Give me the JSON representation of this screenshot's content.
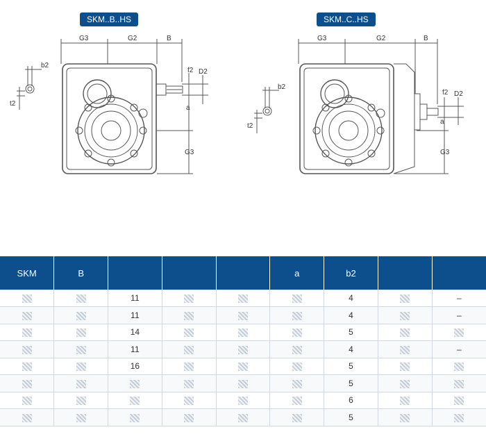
{
  "drawings": [
    {
      "id": "b",
      "tag": "SKM..B..HS",
      "dims": {
        "g3": "G3",
        "g2": "G2",
        "b": "B",
        "b2": "b2",
        "t2": "t2",
        "f2": "f2",
        "d2": "D2",
        "a": "a",
        "g3v": "G3"
      }
    },
    {
      "id": "c",
      "tag": "SKM..C..HS",
      "dims": {
        "g3": "G3",
        "g2": "G2",
        "b": "B",
        "b2": "b2",
        "t2": "t2",
        "f2": "f2",
        "d2": "D2",
        "a": "a",
        "g3v": "G3"
      }
    }
  ],
  "table": {
    "headers": [
      "SKM",
      "B",
      "",
      "",
      "",
      "a",
      "b2",
      "",
      ""
    ],
    "rows": [
      [
        "",
        "",
        "11",
        "",
        "",
        "",
        "4",
        "",
        "–"
      ],
      [
        "",
        "",
        "11",
        "",
        "",
        "",
        "4",
        "",
        "–"
      ],
      [
        "",
        "",
        "14",
        "",
        "",
        "",
        "5",
        "",
        ""
      ],
      [
        "",
        "",
        "11",
        "",
        "",
        "",
        "4",
        "",
        "–"
      ],
      [
        "",
        "",
        "16",
        "",
        "",
        "",
        "5",
        "",
        ""
      ],
      [
        "",
        "",
        "",
        "",
        "",
        "",
        "5",
        "",
        ""
      ],
      [
        "",
        "",
        "",
        "",
        "",
        "",
        "6",
        "",
        ""
      ],
      [
        "",
        "",
        "",
        "",
        "",
        "",
        "5",
        "",
        ""
      ]
    ]
  },
  "colors": {
    "header_bg": "#0d4f8c",
    "header_text": "#ffffff",
    "grid": "#cfd8e3"
  }
}
